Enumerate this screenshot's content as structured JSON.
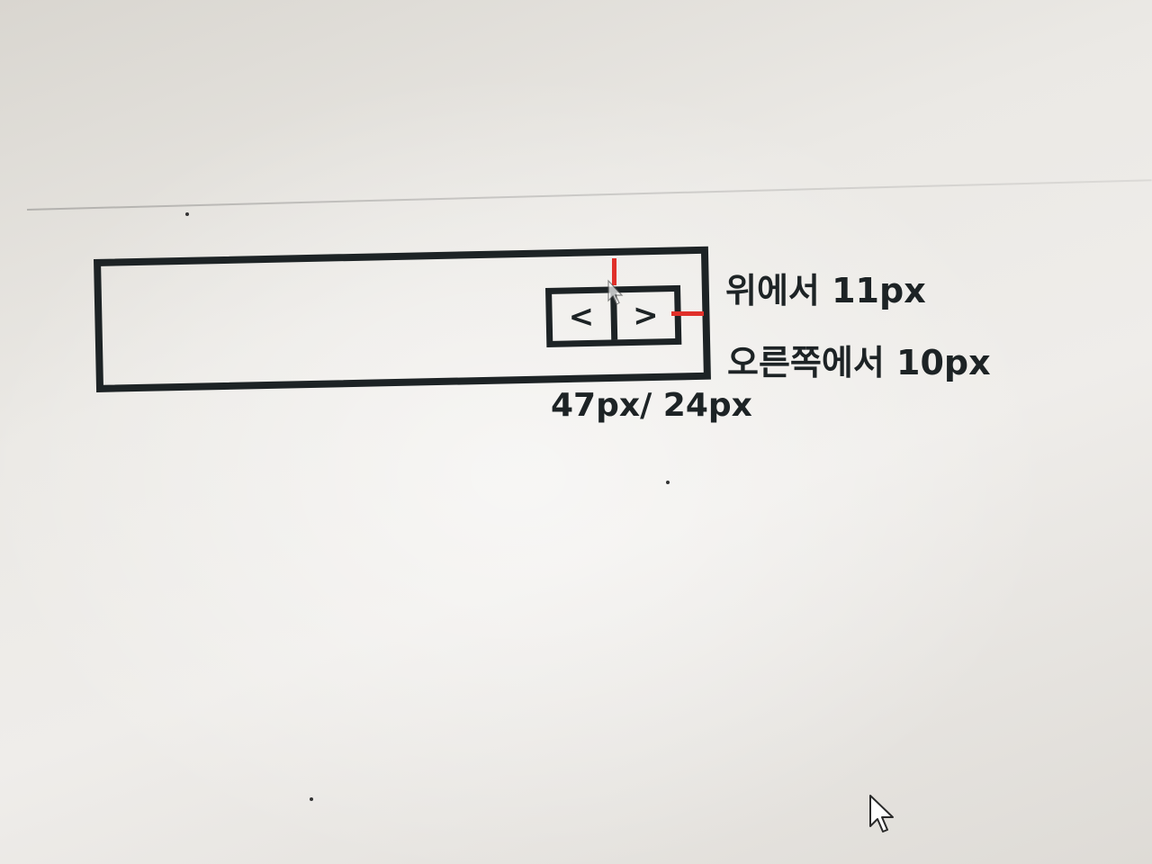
{
  "diagram": {
    "buttons": {
      "prev_label": "<",
      "next_label": ">"
    },
    "annotations": {
      "top_offset": "위에서 11px",
      "right_offset": "오른쪽에서 10px",
      "button_size": "47px/ 24px"
    },
    "colors": {
      "outline": "#1d2325",
      "marker": "#e0302a"
    }
  },
  "icons": {
    "cursor": "mouse-pointer-icon"
  }
}
